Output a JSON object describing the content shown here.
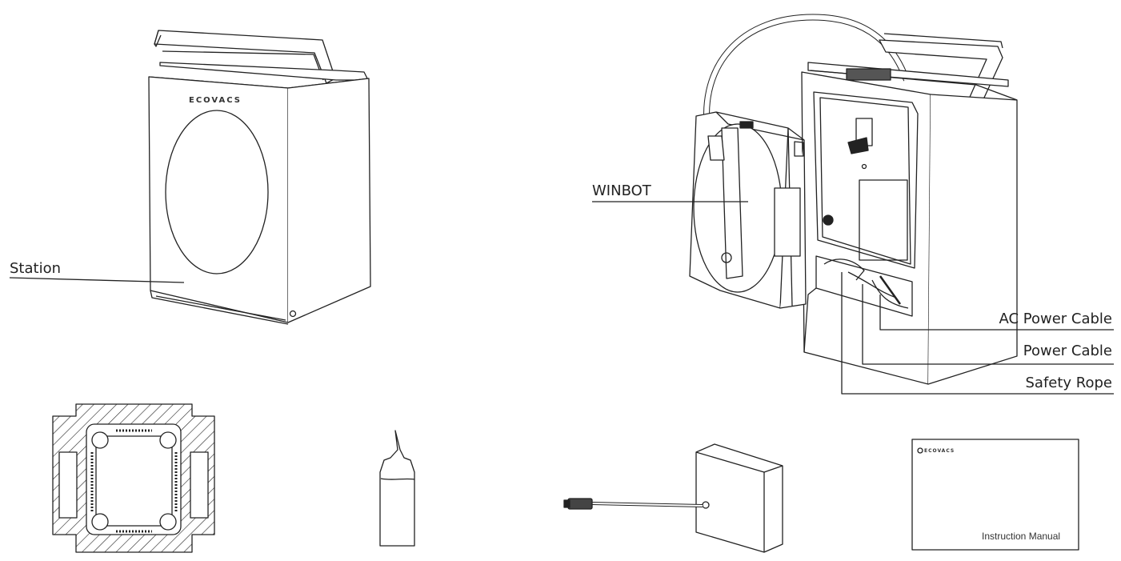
{
  "labels": {
    "station": "Station",
    "winbot": "WINBOT",
    "ac_power_cable": "AC Power Cable",
    "power_cable": "Power Cable",
    "safety_rope": "Safety Rope"
  },
  "brand": "ECOVACS",
  "manual": {
    "brand": "ECOVACS",
    "title": "Instruction Manual"
  },
  "colors": {
    "line": "#222222",
    "background": "#ffffff"
  }
}
